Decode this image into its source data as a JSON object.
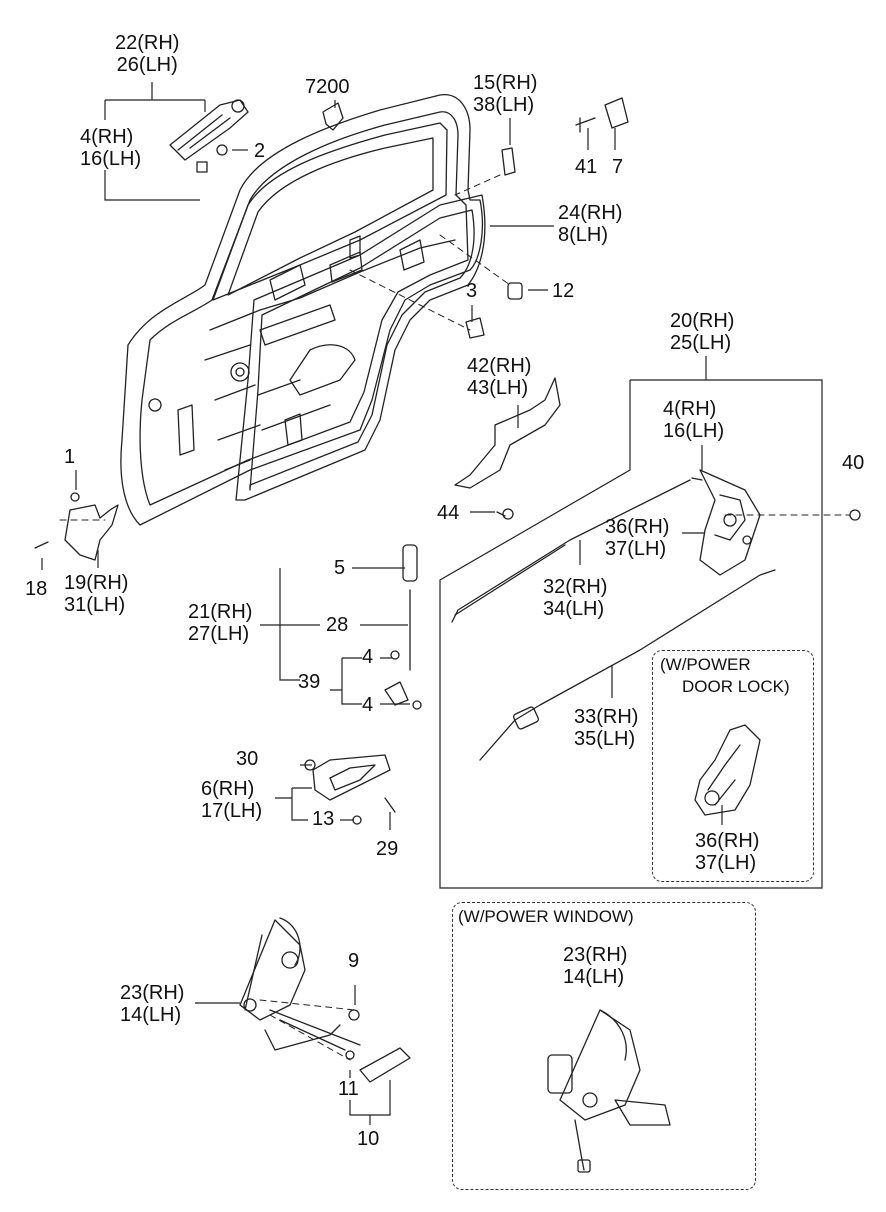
{
  "callouts": [
    {
      "id": "c22_26",
      "lines": [
        "22(RH)",
        "26(LH)"
      ]
    },
    {
      "id": "c7200",
      "lines": [
        "7200"
      ]
    },
    {
      "id": "c15_38",
      "lines": [
        "15(RH)",
        "38(LH)"
      ]
    },
    {
      "id": "c4_16_top",
      "lines": [
        "4(RH)",
        "16(LH)"
      ]
    },
    {
      "id": "c2",
      "lines": [
        "2"
      ]
    },
    {
      "id": "c41",
      "lines": [
        "41"
      ]
    },
    {
      "id": "c7",
      "lines": [
        "7"
      ]
    },
    {
      "id": "c24_8",
      "lines": [
        "24(RH)",
        "8(LH)"
      ]
    },
    {
      "id": "c3",
      "lines": [
        "3"
      ]
    },
    {
      "id": "c12",
      "lines": [
        "12"
      ]
    },
    {
      "id": "c20_25",
      "lines": [
        "20(RH)",
        "25(LH)"
      ]
    },
    {
      "id": "c42_43",
      "lines": [
        "42(RH)",
        "43(LH)"
      ]
    },
    {
      "id": "c4_16_lock",
      "lines": [
        "4(RH)",
        "16(LH)"
      ]
    },
    {
      "id": "c40",
      "lines": [
        "40"
      ]
    },
    {
      "id": "c1",
      "lines": [
        "1"
      ]
    },
    {
      "id": "c44",
      "lines": [
        "44"
      ]
    },
    {
      "id": "c36_37_a",
      "lines": [
        "36(RH)",
        "37(LH)"
      ]
    },
    {
      "id": "c18",
      "lines": [
        "18"
      ]
    },
    {
      "id": "c19_31",
      "lines": [
        "19(RH)",
        "31(LH)"
      ]
    },
    {
      "id": "c5",
      "lines": [
        "5"
      ]
    },
    {
      "id": "c32_34",
      "lines": [
        "32(RH)",
        "34(LH)"
      ]
    },
    {
      "id": "c21_27",
      "lines": [
        "21(RH)",
        "27(LH)"
      ]
    },
    {
      "id": "c28",
      "lines": [
        "28"
      ]
    },
    {
      "id": "c4_mid",
      "lines": [
        "4"
      ]
    },
    {
      "id": "c39",
      "lines": [
        "39"
      ]
    },
    {
      "id": "c4_low",
      "lines": [
        "4"
      ]
    },
    {
      "id": "c33_35",
      "lines": [
        "33(RH)",
        "35(LH)"
      ]
    },
    {
      "id": "c30",
      "lines": [
        "30"
      ]
    },
    {
      "id": "c6_17",
      "lines": [
        "6(RH)",
        "17(LH)"
      ]
    },
    {
      "id": "c13",
      "lines": [
        "13"
      ]
    },
    {
      "id": "c29",
      "lines": [
        "29"
      ]
    },
    {
      "id": "c36_37_b",
      "lines": [
        "36(RH)",
        "37(LH)"
      ]
    },
    {
      "id": "c9",
      "lines": [
        "9"
      ]
    },
    {
      "id": "c23_14_a",
      "lines": [
        "23(RH)",
        "14(LH)"
      ]
    },
    {
      "id": "c11",
      "lines": [
        "11"
      ]
    },
    {
      "id": "c10",
      "lines": [
        "10"
      ]
    },
    {
      "id": "c23_14_b",
      "lines": [
        "23(RH)",
        "14(LH)"
      ]
    }
  ],
  "option_boxes": {
    "power_door_lock": [
      "(W/POWER",
      "DOOR LOCK)"
    ],
    "power_window": "(W/POWER WINDOW)"
  }
}
